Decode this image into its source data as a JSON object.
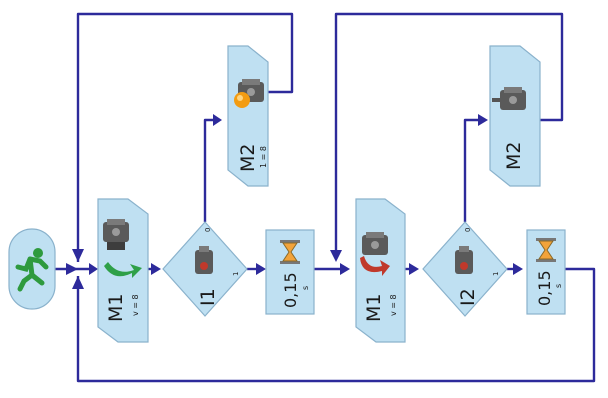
{
  "diagram": {
    "blocks": {
      "m1_a": {
        "label": "M1",
        "param": "v = 8"
      },
      "m2_a": {
        "label": "M2",
        "param": "1 = 8"
      },
      "i1": {
        "label": "I1",
        "port0": "0",
        "port1": "1"
      },
      "wait_a": {
        "value": "0,15",
        "unit": "s"
      },
      "m1_b": {
        "label": "M1",
        "param": "v = 8"
      },
      "m2_b": {
        "label": "M2"
      },
      "i2": {
        "label": "I2",
        "port0": "0",
        "port1": "1"
      },
      "wait_b": {
        "value": "0,15",
        "unit": "s"
      }
    },
    "icons": {
      "start": "running-figure-icon",
      "motor": "motor-icon",
      "sensor": "push-button-sensor-icon",
      "wait": "hourglass-icon",
      "lamp": "lamp-icon"
    },
    "colors": {
      "block_fill": "#bfe0f2",
      "block_stroke": "#8ab2cc",
      "wire": "#2d2a9b",
      "start_figure": "#2e9a3e",
      "arrow_green": "#2fa048",
      "arrow_red": "#c0392b",
      "lamp": "#f39c12",
      "hourglass": "#f2a33a"
    }
  }
}
